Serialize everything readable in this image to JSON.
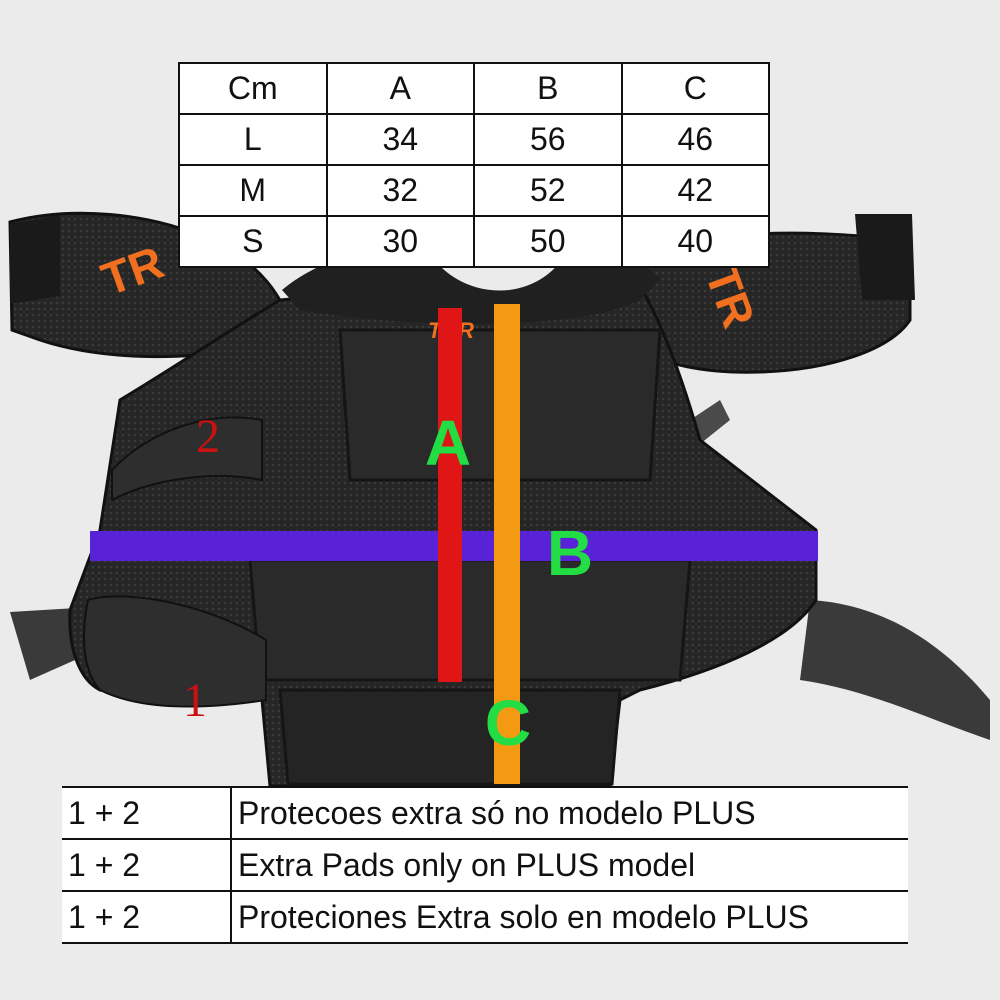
{
  "size_table": {
    "header": [
      "Cm",
      "A",
      "B",
      "C"
    ],
    "rows": [
      [
        "L",
        "34",
        "56",
        "46"
      ],
      [
        "M",
        "32",
        "52",
        "42"
      ],
      [
        "S",
        "30",
        "50",
        "40"
      ]
    ]
  },
  "measure_labels": {
    "a": "A",
    "b": "B",
    "c": "C"
  },
  "extra_pad_markers": {
    "one": "1",
    "two": "2"
  },
  "logos": {
    "shoulder_left": "TR",
    "shoulder_right": "TR",
    "chest": "TOR"
  },
  "notes": [
    {
      "code": "1 + 2",
      "text": "Protecoes extra só no modelo PLUS"
    },
    {
      "code": "1 + 2",
      "text": "Extra Pads only on PLUS model"
    },
    {
      "code": "1 + 2",
      "text": "Proteciones Extra solo en modelo PLUS"
    }
  ],
  "colors": {
    "background": "#ebebeb",
    "pad_body": "#1e1e1e",
    "pad_mesh": "#2c2c2c",
    "logo_orange": "#f07020",
    "measure_a": "#e01515",
    "measure_b": "#5a22d6",
    "measure_c": "#f39a12",
    "measure_label": "#22dd44",
    "marker_red": "#cc1111"
  }
}
